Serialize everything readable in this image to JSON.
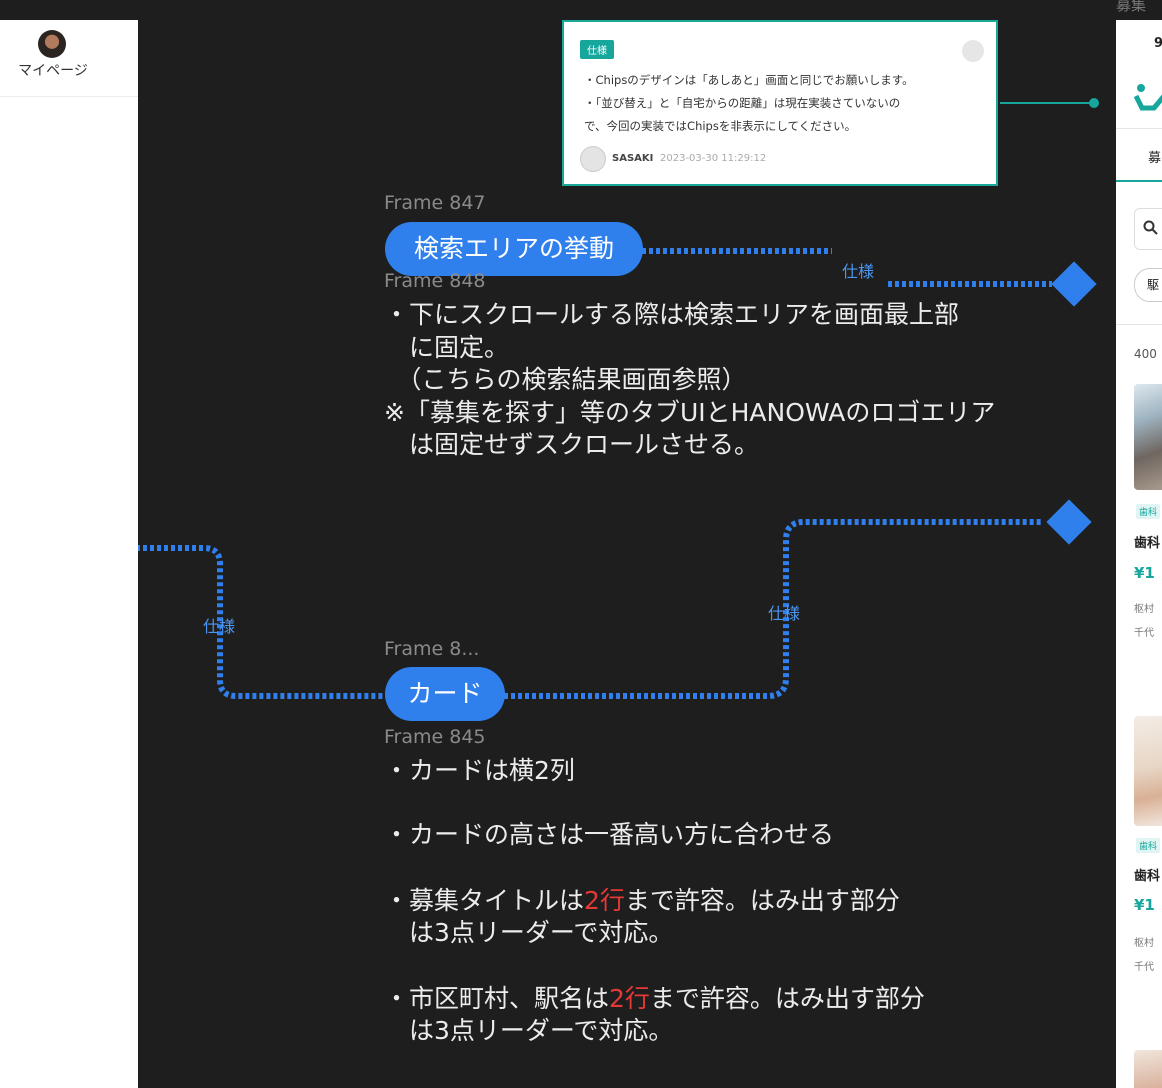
{
  "left_frame": {
    "mypage_label": "マイページ"
  },
  "right_frame": {
    "title": "募集",
    "header_char": "9",
    "tab": "募",
    "filter_chip": "駆",
    "result_count": "400",
    "card1": {
      "badge": "歯科",
      "title": "歯科",
      "price": "¥1",
      "location1": "枢村",
      "location2": "千代"
    },
    "card2": {
      "badge": "歯科",
      "title": "歯科",
      "price": "¥1",
      "location1": "枢村",
      "location2": "千代"
    }
  },
  "comment": {
    "tag": "仕様",
    "lines": [
      "・Chipsのデザインは「あしあと」画面と同じでお願いします。",
      "・「並び替え」と「自宅からの距離」は現在実装さていないの",
      "で、今回の実装ではChipsを非表示にしてください。"
    ],
    "author": "SASAKI",
    "date": "2023-03-30 11:29:12"
  },
  "search_section": {
    "frame_label": "Frame 847",
    "pill": "検索エリアの挙動",
    "sub_frame_label": "Frame 848",
    "spec_label": "仕様",
    "notes": [
      "・下にスクロールする際は検索エリアを画面最上部",
      "　に固定。",
      "　（こちらの検索結果画面参照）",
      "※「募集を探す」等のタブUIとHANOWAのロゴエリア",
      "　は固定せずスクロールさせる。"
    ]
  },
  "card_section": {
    "frame_label": "Frame 8...",
    "pill": "カード",
    "sub_frame_label": "Frame 845",
    "spec_label_left": "仕様",
    "spec_label_right": "仕様",
    "note1": "・カードは横2列",
    "note2": "・カードの高さは一番高い方に合わせる",
    "note3": {
      "a": "・募集タイトルは",
      "hl": "2行",
      "b": "まで許容。はみ出す部分",
      "c": "　は3点リーダーで対応。"
    },
    "note4": {
      "a": "・市区町村、駅名は",
      "hl": "2行",
      "b": "まで許容。はみ出す部分",
      "c": "　は3点リーダーで対応。"
    }
  },
  "colors": {
    "accent_blue": "#2f80ed",
    "teal": "#17a69c",
    "highlight_red": "#e53935",
    "canvas": "#1e1e1e"
  },
  "icons": [
    "avatar",
    "close-icon",
    "search-icon",
    "diamond-node-icon",
    "connector-dot-icon"
  ]
}
